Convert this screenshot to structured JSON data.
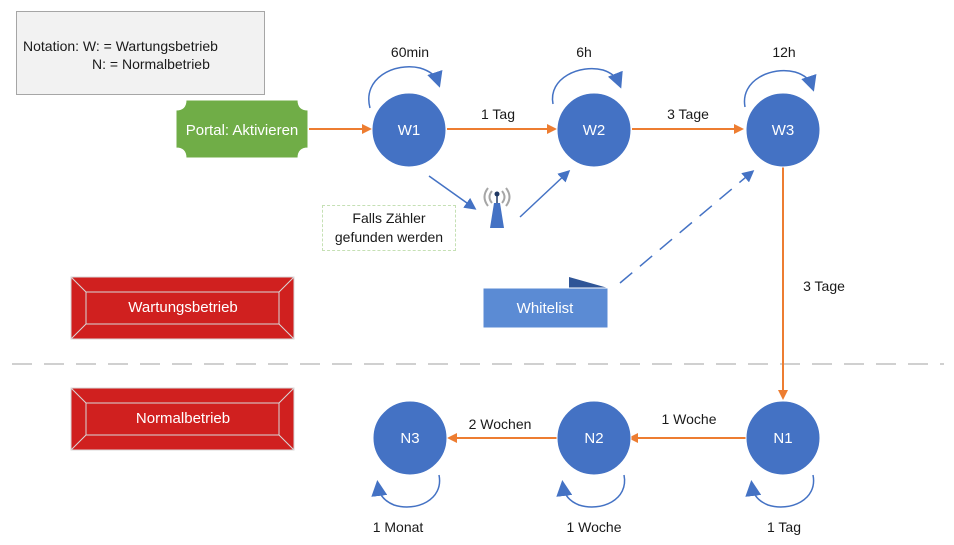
{
  "notation": {
    "line1": "Notation: W: = Wartungsbetrieb",
    "line2": "N: = Normalbetrieb"
  },
  "portal": {
    "label": "Portal: Aktivieren",
    "color": "#70ad47"
  },
  "colors": {
    "node": "#4472c4",
    "transition": "#ed7d31",
    "loop": "#4472c4",
    "mode_box": "#d0201f",
    "divider": "#d0d0d0",
    "whitelist": "#5b8bd4",
    "whitelist_tab": "#2f5597"
  },
  "nodes": {
    "W1": {
      "label": "W1",
      "loop": "60min"
    },
    "W2": {
      "label": "W2",
      "loop": "6h"
    },
    "W3": {
      "label": "W3",
      "loop": "12h"
    },
    "N1": {
      "label": "N1",
      "loop": "1 Tag"
    },
    "N2": {
      "label": "N2",
      "loop": "1 Woche"
    },
    "N3": {
      "label": "N3",
      "loop": "1 Monat"
    }
  },
  "transitions": {
    "W1_W2": "1 Tag",
    "W2_W3": "3 Tage",
    "W3_N1": "3 Tage",
    "N1_N2": "1 Woche",
    "N2_N3": "2 Wochen"
  },
  "condition_note": {
    "line1": "Falls Zähler",
    "line2": "gefunden werden"
  },
  "whitelist": {
    "label": "Whitelist"
  },
  "modes": {
    "maintenance": "Wartungsbetrieb",
    "normal": "Normalbetrieb"
  }
}
